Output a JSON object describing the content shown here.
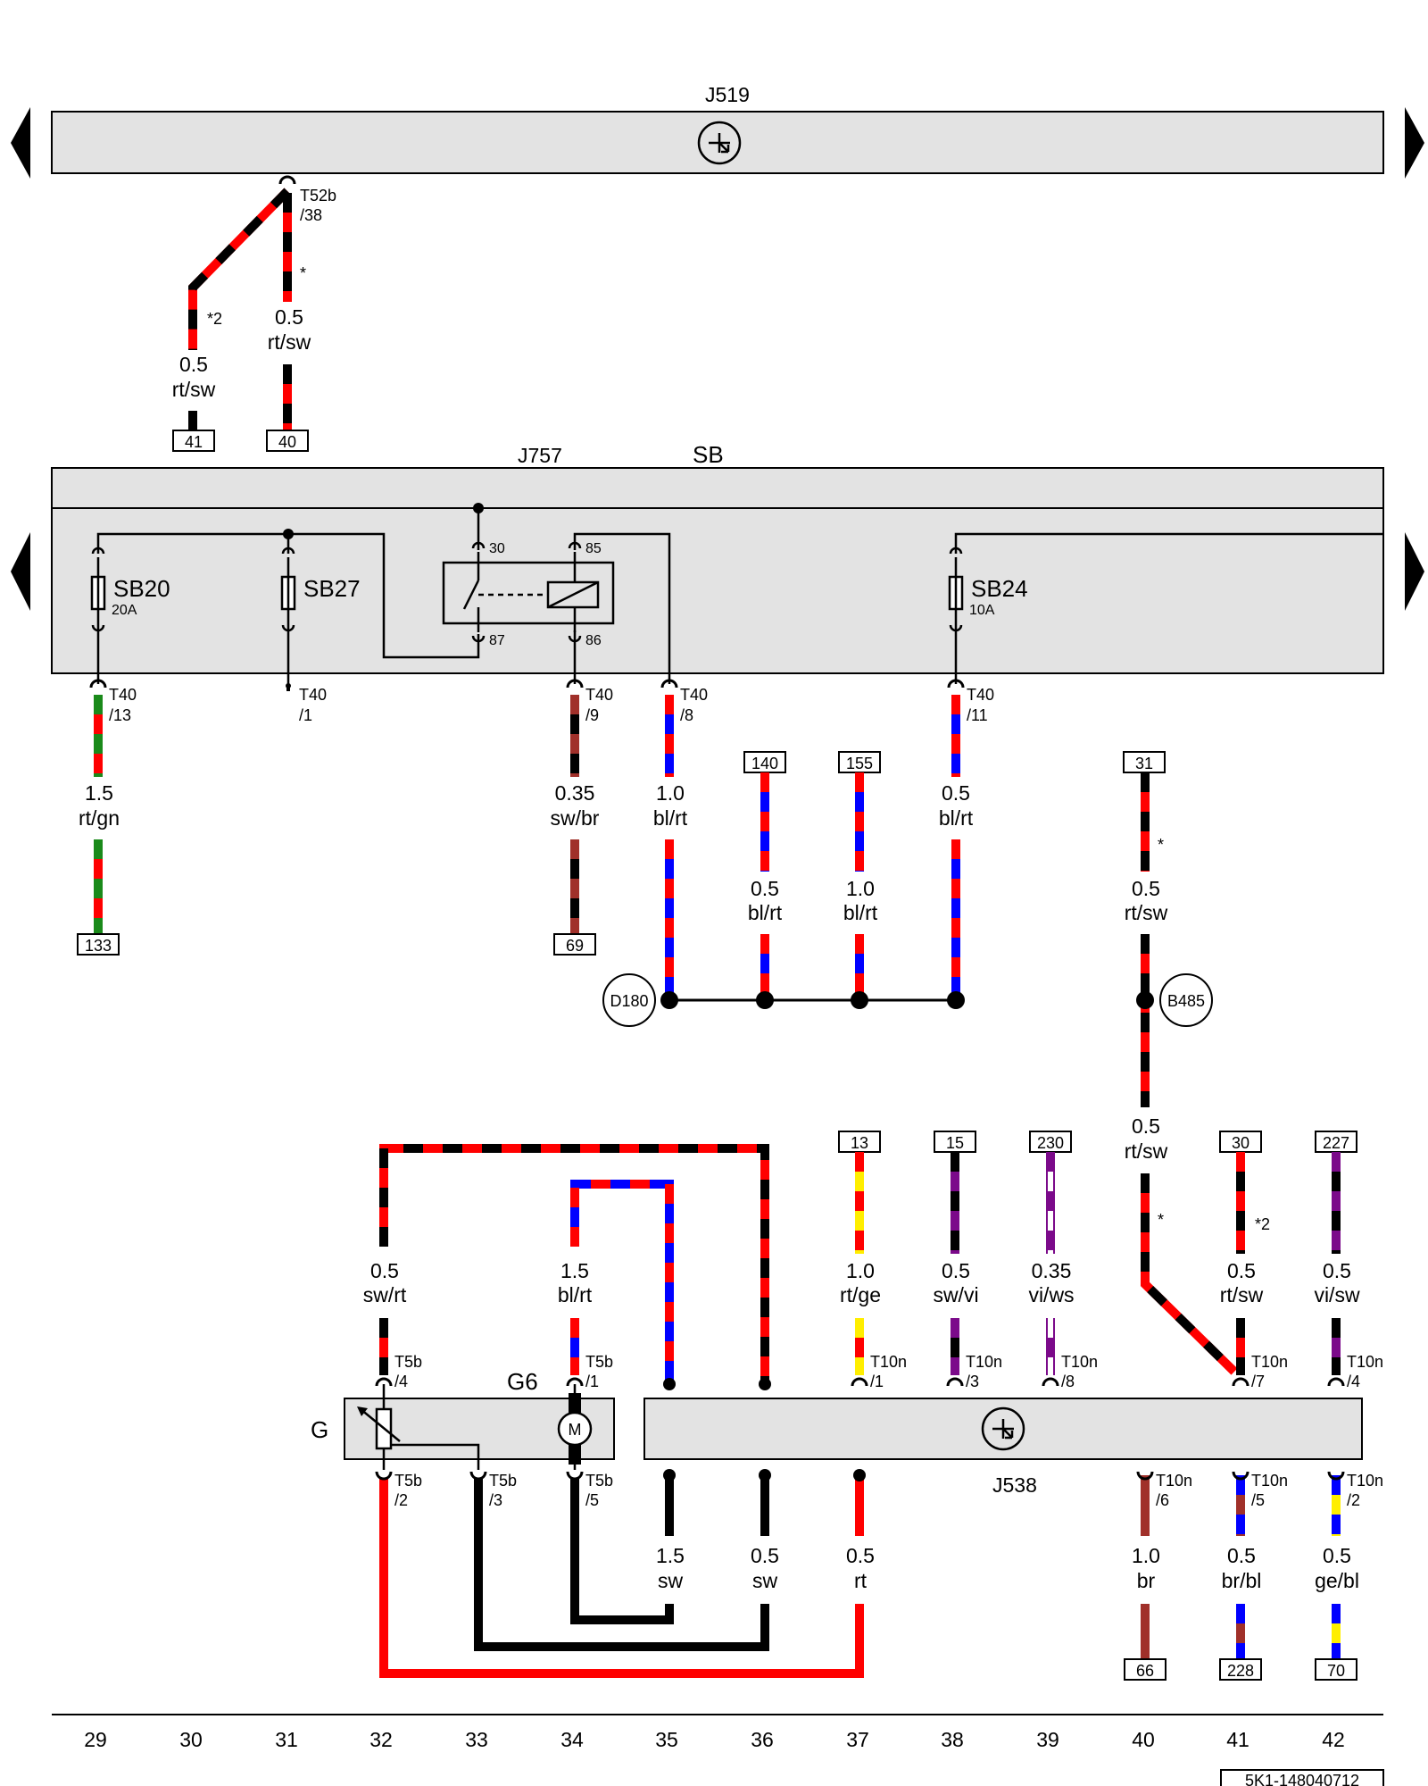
{
  "components": {
    "j519": "J519",
    "j757": "J757",
    "sb": "SB",
    "j538": "J538",
    "g": "G",
    "g6": "G6",
    "motor": "M",
    "d180": "D180",
    "b485": "B485",
    "sb20": "SB20",
    "sb20_rating": "20A",
    "sb27": "SB27",
    "sb24": "SB24",
    "sb24_rating": "10A",
    "relay_30": "30",
    "relay_85": "85",
    "relay_87": "87",
    "relay_86": "86"
  },
  "connectors": {
    "t52b": "T52b",
    "t52b_pin": "/38",
    "c1_name": "T40",
    "c1_pin": "/13",
    "c2_name": "T40",
    "c2_pin": "/1",
    "c3_name": "T40",
    "c3_pin": "/9",
    "c4_name": "T40",
    "c4_pin": "/8",
    "c5_name": "T40",
    "c5_pin": "/11",
    "g1_name": "T5b",
    "g1_pin": "/4",
    "g2_name": "T5b",
    "g2_pin": "/1",
    "g3_name": "T5b",
    "g3_pin": "/2",
    "g4_name": "T5b",
    "g4_pin": "/3",
    "g5_name": "T5b",
    "g5_pin": "/5",
    "j1_name": "T10n",
    "j1_pin": "/1",
    "j2_name": "T10n",
    "j2_pin": "/3",
    "j3_name": "T10n",
    "j3_pin": "/8",
    "j4_name": "T10n",
    "j4_pin": "/7",
    "j5_name": "T10n",
    "j5_pin": "/4",
    "j6_name": "T10n",
    "j6_pin": "/6",
    "j7_name": "T10n",
    "j7_pin": "/5",
    "j8_name": "T10n",
    "j8_pin": "/2"
  },
  "wires": [
    {
      "size": "0.5",
      "color": "rt/sw"
    },
    {
      "size": "0.5",
      "color": "rt/sw"
    },
    {
      "size": "1.5",
      "color": "rt/gn"
    },
    {
      "size": "0.35",
      "color": "sw/br"
    },
    {
      "size": "1.0",
      "color": "bl/rt"
    },
    {
      "size": "0.5",
      "color": "bl/rt"
    },
    {
      "size": "1.0",
      "color": "bl/rt"
    },
    {
      "size": "0.5",
      "color": "bl/rt"
    },
    {
      "size": "0.5",
      "color": "rt/sw"
    },
    {
      "size": "0.5",
      "color": "rt/sw"
    },
    {
      "size": "0.5",
      "color": "sw/rt"
    },
    {
      "size": "1.5",
      "color": "bl/rt"
    },
    {
      "size": "1.0",
      "color": "rt/ge"
    },
    {
      "size": "0.5",
      "color": "sw/vi"
    },
    {
      "size": "0.35",
      "color": "vi/ws"
    },
    {
      "size": "0.5",
      "color": "rt/sw"
    },
    {
      "size": "0.5",
      "color": "vi/sw"
    },
    {
      "size": "1.5",
      "color": "sw"
    },
    {
      "size": "0.5",
      "color": "sw"
    },
    {
      "size": "0.5",
      "color": "rt"
    },
    {
      "size": "1.0",
      "color": "br"
    },
    {
      "size": "0.5",
      "color": "br/bl"
    },
    {
      "size": "0.5",
      "color": "ge/bl"
    }
  ],
  "references": [
    "41",
    "40",
    "133",
    "69",
    "140",
    "155",
    "31",
    "13",
    "15",
    "230",
    "30",
    "227",
    "66",
    "228",
    "70"
  ],
  "notes": {
    "n1": "*2",
    "n2": "*",
    "n3": "*",
    "n4": "*",
    "n5": "*2"
  },
  "current_tracks": [
    "29",
    "30",
    "31",
    "32",
    "33",
    "34",
    "35",
    "36",
    "37",
    "38",
    "39",
    "40",
    "41",
    "42"
  ],
  "drawing_number": "5K1-148040712",
  "wire_colors": {
    "rt": "#ff0000",
    "sw": "#000000",
    "bl": "#0000ff",
    "gn": "#1a8a1a",
    "br": "#a0302a",
    "ge": "#ffee00",
    "vi": "#7b0a8a",
    "ws": "#ffffff",
    "module_fill": "#e3e3e3"
  }
}
